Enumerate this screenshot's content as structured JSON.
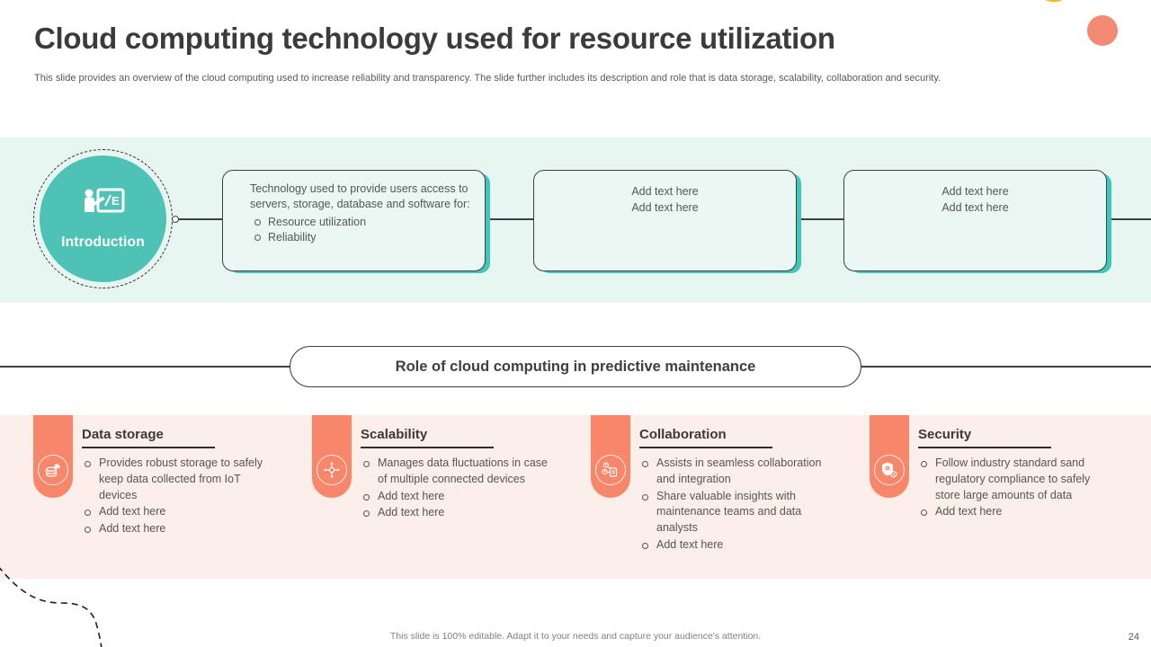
{
  "slide": {
    "title": "Cloud computing technology used for resource utilization",
    "subtitle": "This slide provides an overview of the cloud computing used to increase reliability and transparency. The slide further includes its description and role that is data storage, scalability, collaboration and security.",
    "footer_note": "This slide is 100% editable. Adapt it to your needs and capture your audience's attention.",
    "page_number": "24"
  },
  "intro": {
    "label": "Introduction",
    "icon": "presenter-board-icon",
    "box1": {
      "text": "Technology used to provide users access to servers, storage, database and software for:",
      "bullets": [
        "Resource utilization",
        "Reliability"
      ]
    },
    "box2": {
      "lines": [
        "Add text here",
        "Add text here"
      ]
    },
    "box3": {
      "lines": [
        "Add text here",
        "Add text here"
      ]
    }
  },
  "role_banner": {
    "label": "Role of cloud computing in predictive maintenance"
  },
  "roles": [
    {
      "title": "Data storage",
      "icon": "database-cloud-icon",
      "bullets": [
        "Provides robust storage to safely keep data collected from IoT devices",
        "Add text here",
        "Add text here"
      ]
    },
    {
      "title": "Scalability",
      "icon": "expand-arrows-icon",
      "bullets": [
        "Manages data fluctuations in case of multiple connected devices",
        "Add text here",
        "Add text here"
      ]
    },
    {
      "title": "Collaboration",
      "icon": "people-network-icon",
      "bullets": [
        "Assists in seamless collaboration and integration",
        "Share valuable insights with maintenance teams and data analysts",
        "Add text here"
      ]
    },
    {
      "title": "Security",
      "icon": "shield-gear-icon",
      "bullets": [
        "Follow industry standard sand regulatory compliance to safely store large amounts of data",
        "Add text here"
      ]
    }
  ],
  "colors": {
    "teal": "#4FC2B6",
    "teal_shadow": "#3EC7BB",
    "mint_band": "#E7F6F1",
    "box_fill": "#EAF7F3",
    "pink_band": "#FCEEE8",
    "salmon": "#F8866A",
    "yellow_ring": "#F5B81A",
    "orange_ring": "#F28B72",
    "text_dark": "#3B3B3B",
    "text_body": "#565656"
  }
}
